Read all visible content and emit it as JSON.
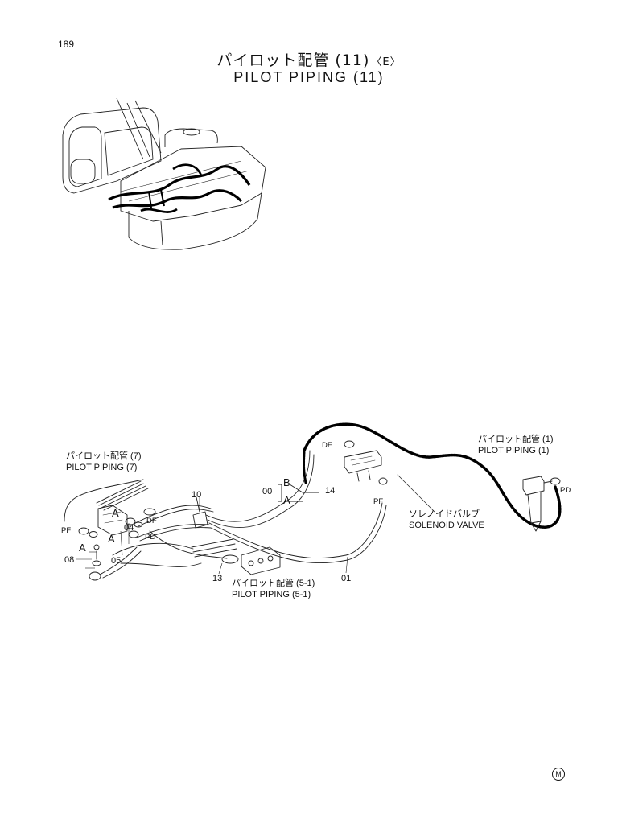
{
  "page": {
    "number": "189"
  },
  "title": {
    "jp": "パイロット配管 (11)",
    "suffix": "〈E〉",
    "en": "PILOT PIPING (11)"
  },
  "callouts": {
    "pp7_jp": "パイロット配管 (7)",
    "pp7_en": "PILOT PIPING (7)",
    "pp1_jp": "パイロット配管 (1)",
    "pp1_en": "PILOT PIPING (1)",
    "pp51_jp": "パイロット配管 (5-1)",
    "pp51_en": "PILOT PIPING (5-1)",
    "sol_jp": "ソレノイドバルブ",
    "sol_en": "SOLENOID VALVE"
  },
  "part_numbers": {
    "p00": "00",
    "p01": "01",
    "p04": "04",
    "p05": "05",
    "p08": "08",
    "p10": "10",
    "p13": "13",
    "p14": "14"
  },
  "port_labels": {
    "df1": "DF",
    "df2": "DF",
    "pf1": "PF",
    "pf2": "PF",
    "pd1": "PD",
    "pd2": "PD",
    "a1": "A",
    "a2": "A",
    "a3": "A",
    "a4": "A",
    "b1": "B"
  },
  "stamp": "M",
  "colors": {
    "ink": "#111111",
    "paper": "#ffffff"
  }
}
